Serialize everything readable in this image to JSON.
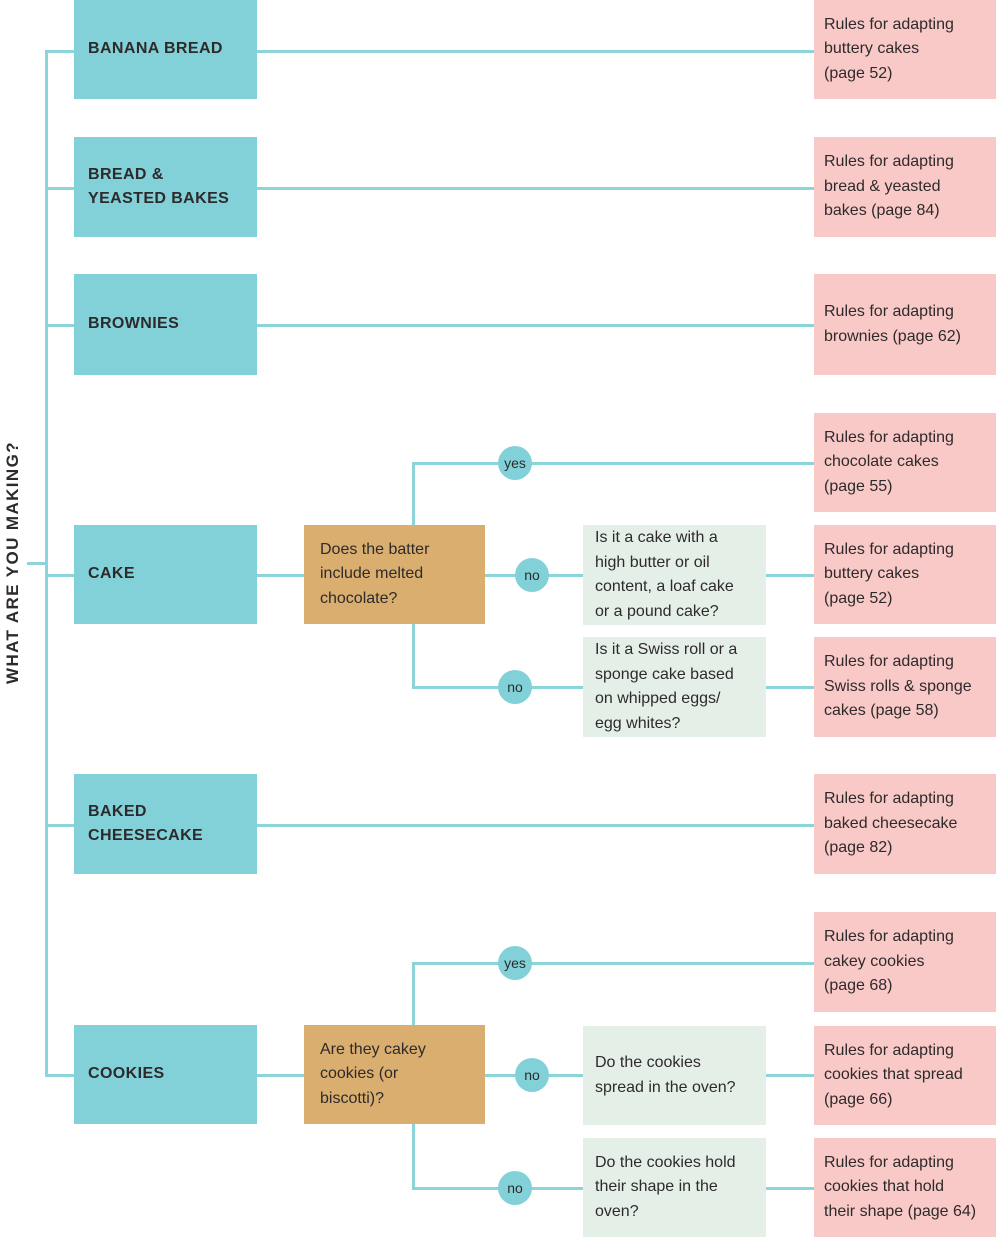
{
  "title": "WHAT ARE YOU MAKING?",
  "colors": {
    "teal": "#82d1d8",
    "line": "#8bd4da",
    "tan": "#d9ae6e",
    "green": "#e4efe8",
    "pink": "#f8c9c6",
    "text": "#2e2a2c"
  },
  "badge_labels": {
    "yes": "yes",
    "no": "no"
  },
  "categories": [
    {
      "label": "BANANA BREAD"
    },
    {
      "label": "BREAD &\nYEASTED BAKES"
    },
    {
      "label": "BROWNIES"
    },
    {
      "label": "CAKE"
    },
    {
      "label": "BAKED\nCHEESECAKE"
    },
    {
      "label": "COOKIES"
    }
  ],
  "decisions": [
    {
      "label": "Does the batter\ninclude melted\nchocolate?"
    },
    {
      "label": "Are they cakey\ncookies (or\nbiscotti)?"
    }
  ],
  "questions": [
    {
      "label": "Is it a cake with a\nhigh butter or oil\ncontent, a loaf cake\nor a pound cake?"
    },
    {
      "label": "Is it a Swiss roll or a\nsponge cake based\non whipped eggs/\negg whites?"
    },
    {
      "label": "Do the cookies\nspread in the oven?"
    },
    {
      "label": "Do the cookies hold\ntheir shape in the\noven?"
    }
  ],
  "results": [
    {
      "label": "Rules for adapting\nbuttery cakes\n(page 52)"
    },
    {
      "label": "Rules for adapting\nbread & yeasted\nbakes (page 84)"
    },
    {
      "label": "Rules for adapting\nbrownies (page 62)"
    },
    {
      "label": "Rules for adapting\nchocolate cakes\n(page 55)"
    },
    {
      "label": "Rules for adapting\nbuttery cakes\n(page 52)"
    },
    {
      "label": "Rules for adapting\nSwiss rolls & sponge\ncakes (page 58)"
    },
    {
      "label": "Rules for adapting\nbaked cheesecake\n(page 82)"
    },
    {
      "label": "Rules for adapting\ncakey cookies\n(page 68)"
    },
    {
      "label": "Rules for adapting\ncookies that spread\n(page 66)"
    },
    {
      "label": "Rules for adapting\ncookies that hold\ntheir shape (page 64)"
    }
  ]
}
